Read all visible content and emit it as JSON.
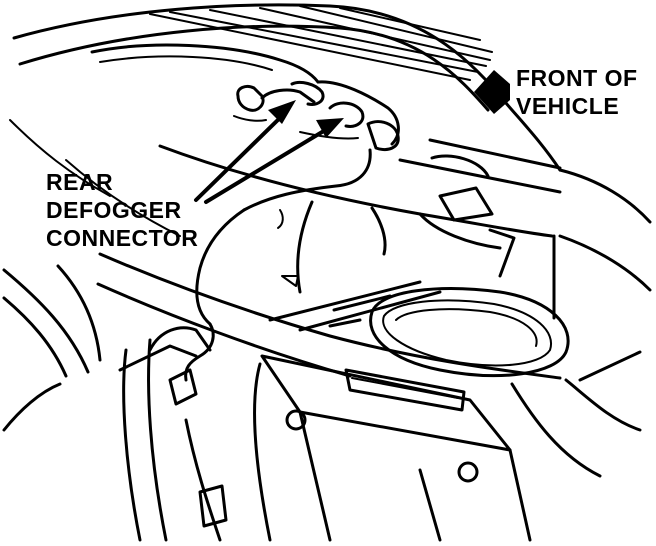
{
  "labels": {
    "connector_line1": "REAR",
    "connector_line2": "DEFOGGER",
    "connector_line3": "CONNECTOR",
    "direction_line1": "FRONT OF",
    "direction_line2": "VEHICLE"
  },
  "icons": {
    "direction_marker": "left-pointing-diamond-arrow-icon"
  },
  "colors": {
    "ink": "#000000",
    "paper": "#ffffff"
  }
}
